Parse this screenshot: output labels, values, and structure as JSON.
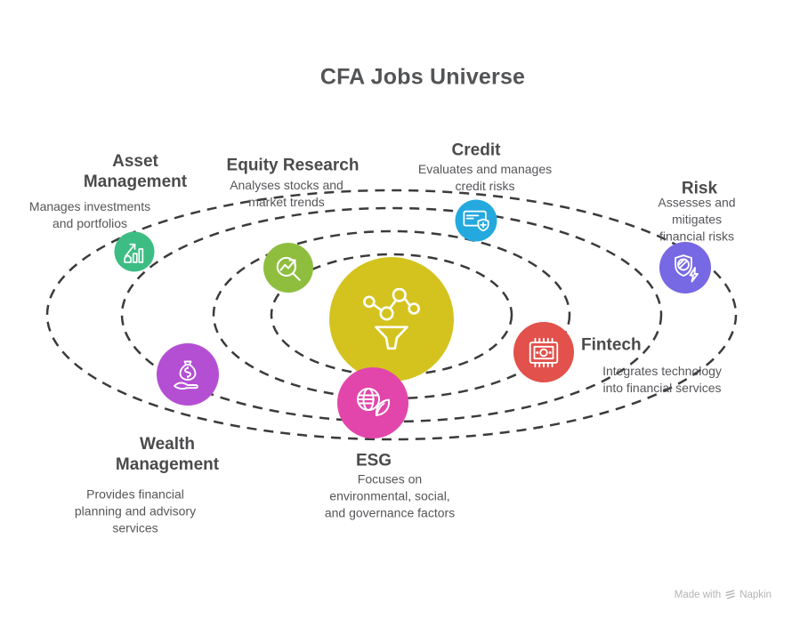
{
  "title": "CFA Jobs Universe",
  "colors": {
    "orbit_stroke": "#3b3b3b",
    "title_text": "#535456",
    "node_title_text": "#4b4b4d",
    "description_text": "#56565a",
    "center_yellow": "#d4c31f",
    "asset_green": "#3dbd83",
    "equity_lime": "#8fbe3f",
    "credit_cyan": "#24a9df",
    "risk_purple": "#7768e3",
    "fintech_red": "#e2514b",
    "esg_pink": "#e246ab",
    "wealth_violet": "#b44fd4"
  },
  "center_node": {
    "icon": "network-funnel-icon",
    "color": "#d4c31f"
  },
  "nodes": [
    {
      "id": "asset-management",
      "label": "Asset\nManagement",
      "description": "Manages investments\nand portfolios",
      "color": "#3dbd83",
      "icon": "growth-chart-icon"
    },
    {
      "id": "equity-research",
      "label": "Equity Research",
      "description": "Analyses stocks and\nmarket trends",
      "color": "#8fbe3f",
      "icon": "chart-magnifier-icon"
    },
    {
      "id": "credit",
      "label": "Credit",
      "description": "Evaluates and manages\ncredit risks",
      "color": "#24a9df",
      "icon": "card-shield-icon"
    },
    {
      "id": "risk",
      "label": "Risk",
      "description": "Assesses and mitigates\nfinancial risks",
      "color": "#7768e3",
      "icon": "shield-bolt-icon"
    },
    {
      "id": "fintech",
      "label": "Fintech",
      "description": "Integrates technology\ninto financial services",
      "color": "#e2514b",
      "icon": "chip-money-icon"
    },
    {
      "id": "esg",
      "label": "ESG",
      "description": "Focuses on\nenvironmental, social,\nand governance factors",
      "color": "#e246ab",
      "icon": "globe-leaf-icon"
    },
    {
      "id": "wealth-management",
      "label": "Wealth\nManagement",
      "description": "Provides financial\nplanning and advisory\nservices",
      "color": "#b44fd4",
      "icon": "money-hand-icon"
    }
  ],
  "watermark": {
    "text": "Made with",
    "brand": "Napkin"
  }
}
